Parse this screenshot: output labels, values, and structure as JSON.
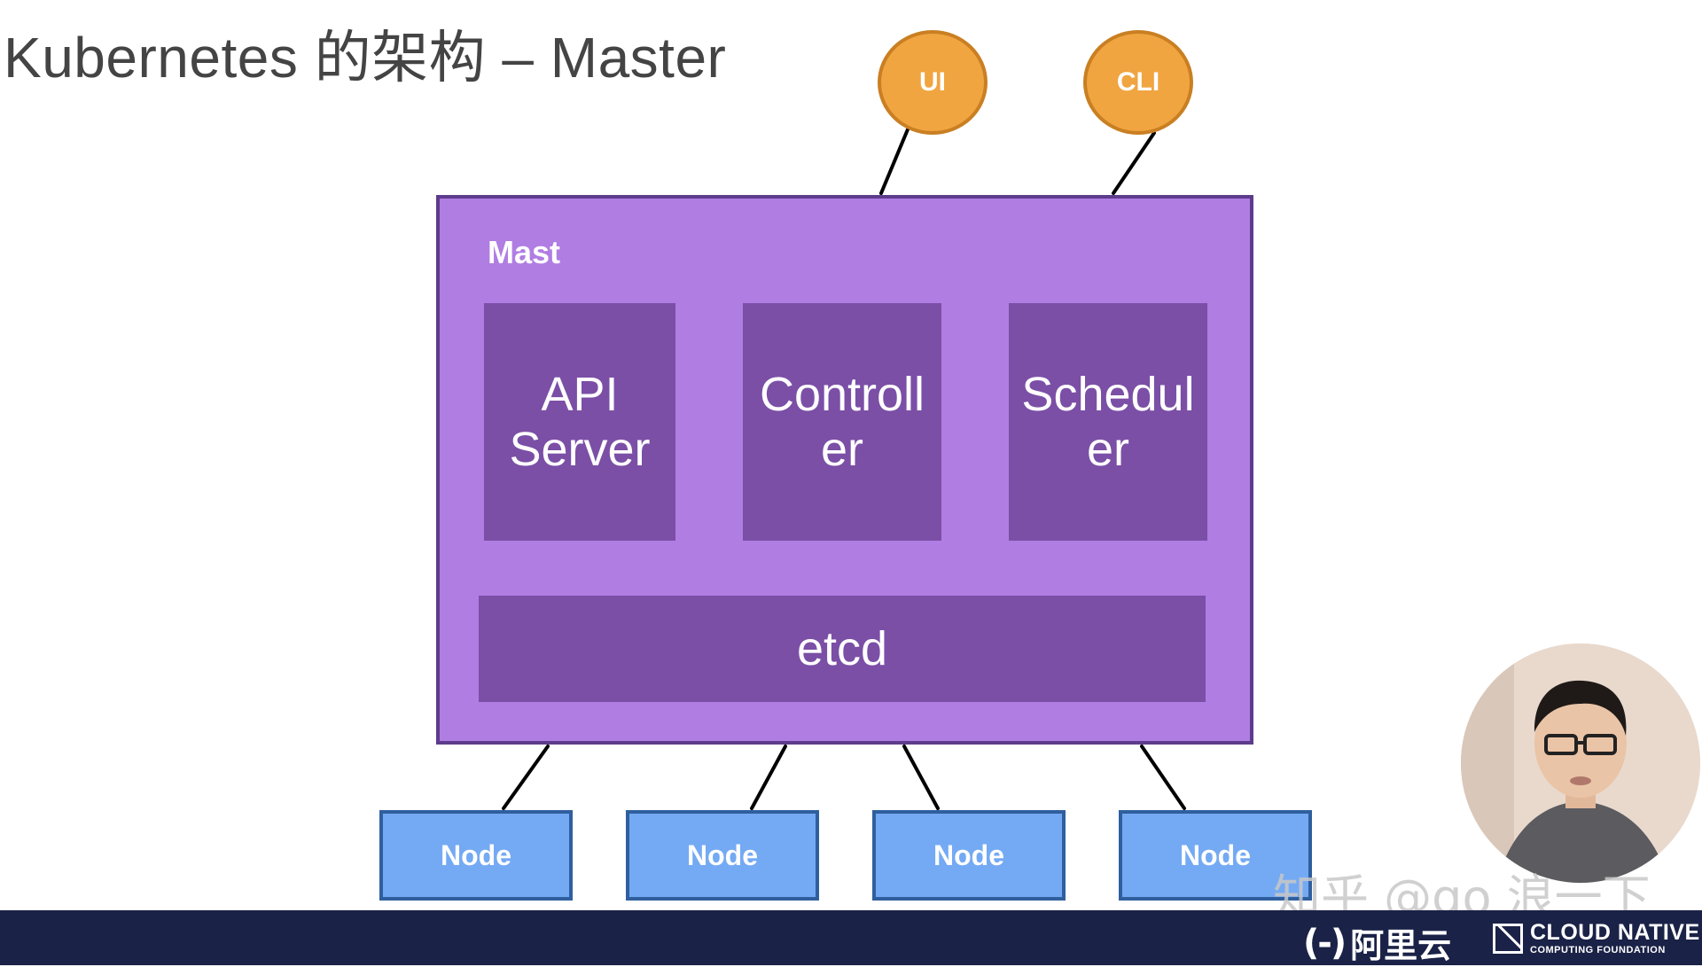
{
  "slide": {
    "title": "Kubernetes 的架构 – Master"
  },
  "clients": [
    {
      "label": "UI"
    },
    {
      "label": "CLI"
    }
  ],
  "master": {
    "label": "Mast",
    "components": [
      {
        "line1": "API",
        "line2": "Server"
      },
      {
        "line1": "Controll",
        "line2": "er"
      },
      {
        "line1": "Schedul",
        "line2": "er"
      }
    ],
    "etcd": "etcd"
  },
  "nodes": [
    {
      "label": "Node"
    },
    {
      "label": "Node"
    },
    {
      "label": "Node"
    },
    {
      "label": "Node"
    }
  ],
  "watermark": "知乎 @go 浪一下",
  "footer": {
    "brand_aliyun": "阿里云",
    "brand_aliyun_logo": "(-)",
    "brand_cncf_main": "CLOUD NATIVE",
    "brand_cncf_sub": "COMPUTING FOUNDATION"
  },
  "colors": {
    "master_fill": "#b07de3",
    "component_fill": "#7b4fa6",
    "client_fill": "#f0a540",
    "node_fill": "#74aaf3",
    "footer_bg": "#1b2247"
  },
  "icons": [
    "presenter-avatar",
    "aliyun-logo",
    "cncf-logo"
  ]
}
